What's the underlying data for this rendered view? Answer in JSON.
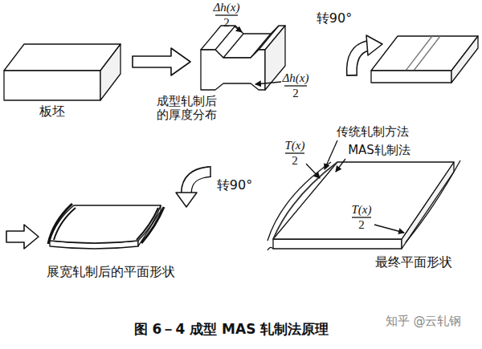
{
  "diagram": {
    "caption": "图 6－4 成型 MAS 轧制法原理",
    "labels": [
      "Δh(x)",
      "2",
      "转90°",
      "板坯",
      "成型轧制后 的厚度分布",
      "Δh(x)",
      "2",
      "T(x)",
      "2",
      "传统轧制方法",
      "MAS轧制法",
      "转90°",
      "T(x)",
      "2",
      "展宽轧制后的平面形状",
      "最终平面形状",
      "知乎 @云轧钢"
    ]
  }
}
